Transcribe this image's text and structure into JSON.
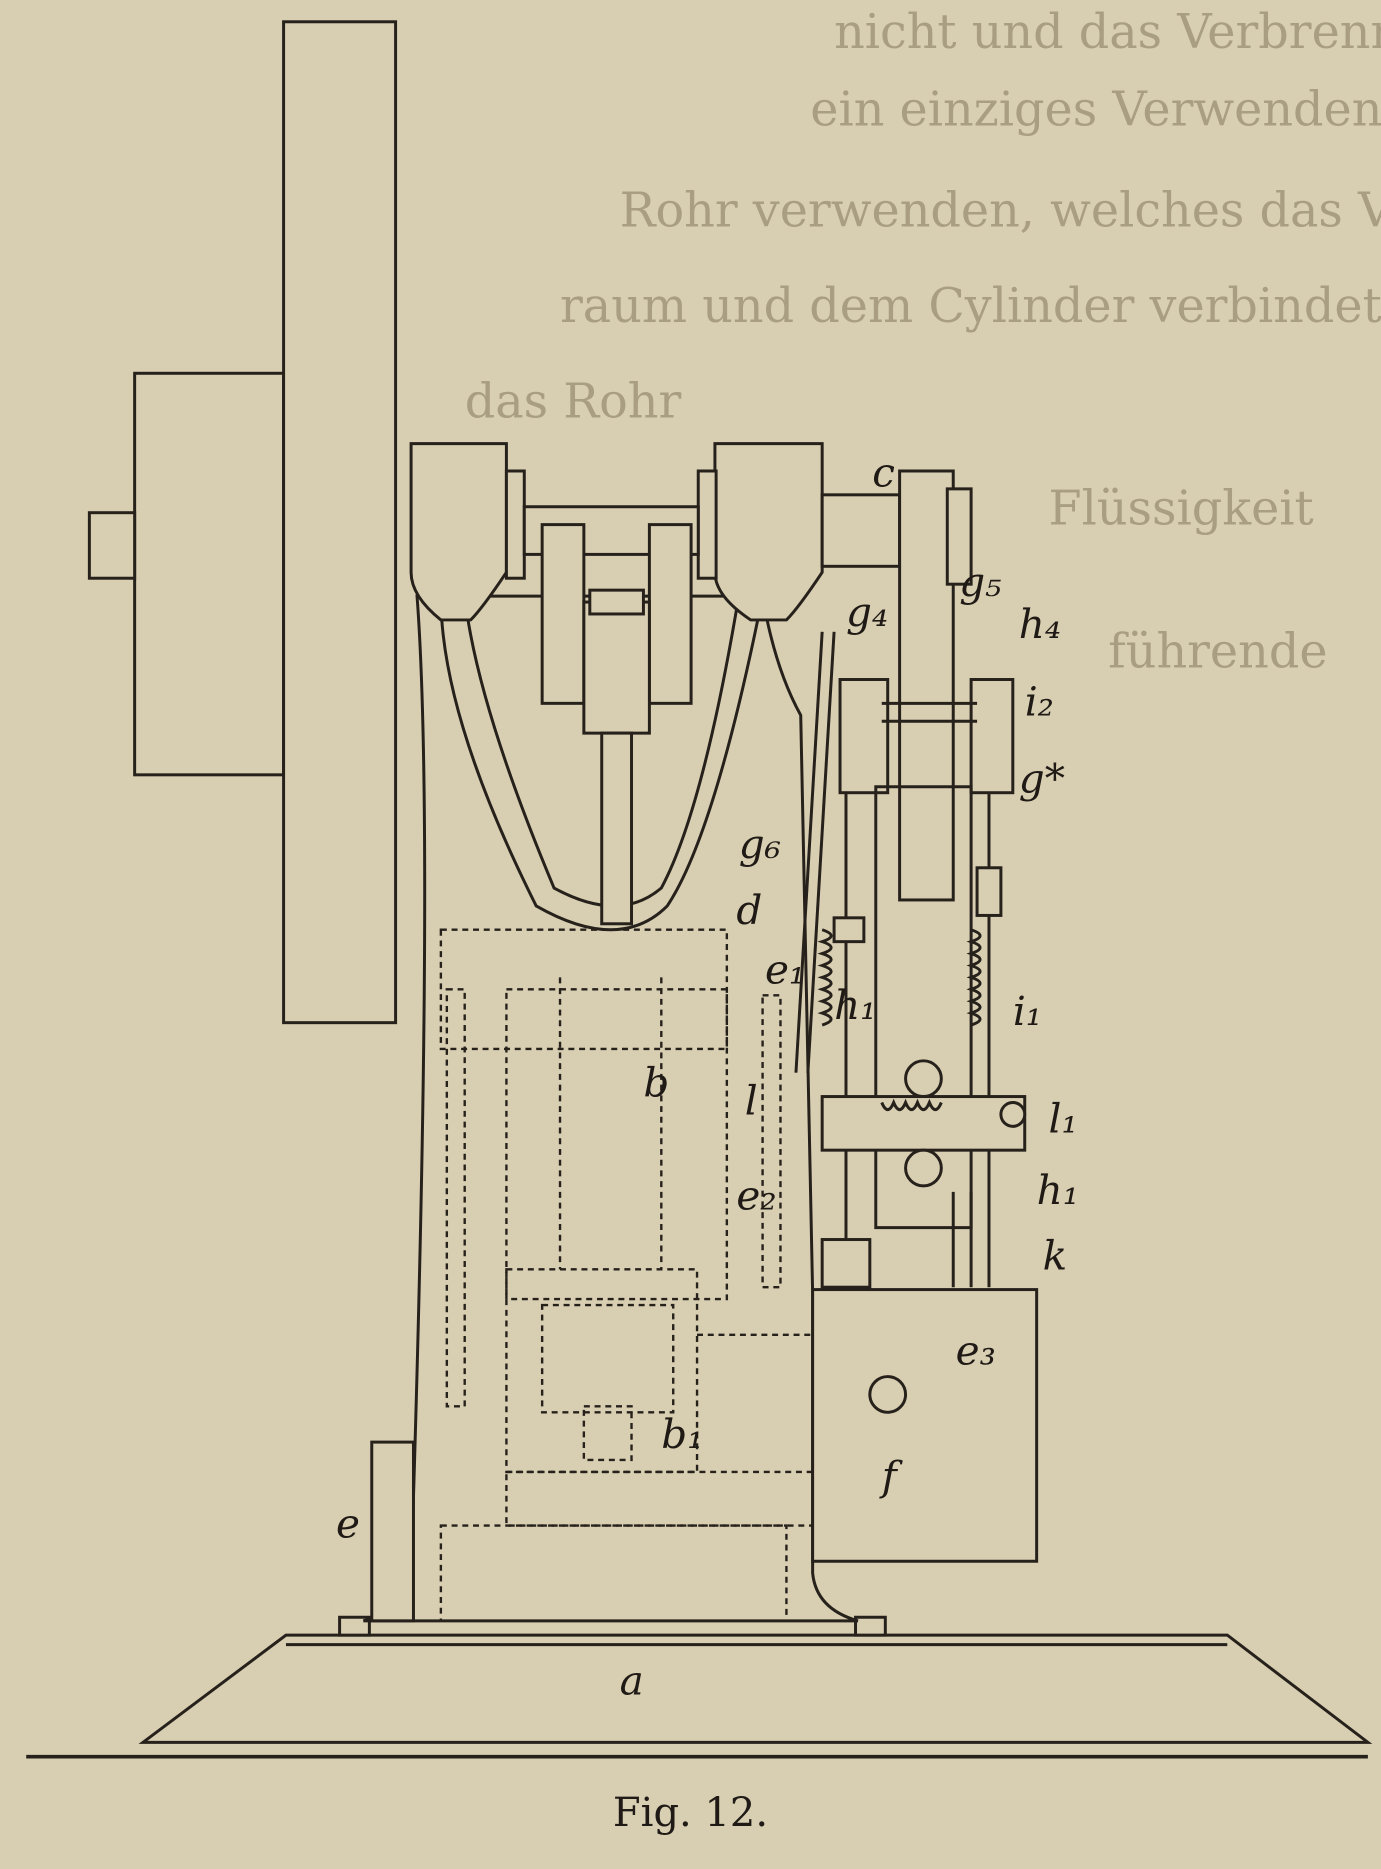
{
  "figure": {
    "caption": "Fig. 12.",
    "labels": {
      "a": "a",
      "b": "b",
      "b1": "b₁",
      "c": "c",
      "d": "d",
      "e": "e",
      "e1": "e₁",
      "e2": "e₂",
      "e3": "e₃",
      "f": "f",
      "g4": "g₄",
      "g5": "g₅",
      "g6": "g₆",
      "gstar": "g*",
      "h1a": "h₁",
      "h1b": "h₁",
      "h4": "h₄",
      "i1": "i₁",
      "i2": "i₂",
      "k": "k",
      "l": "l",
      "l1": "l₁"
    },
    "showthrough": [
      "nicht und das Verbrennungsrohr kann",
      "ein einziges Verwenden",
      "Rohr verwenden, welches das Ventil",
      "raum und dem Cylinder verbindet.",
      "das Rohr",
      "Flüssigkeit",
      "führende"
    ]
  }
}
